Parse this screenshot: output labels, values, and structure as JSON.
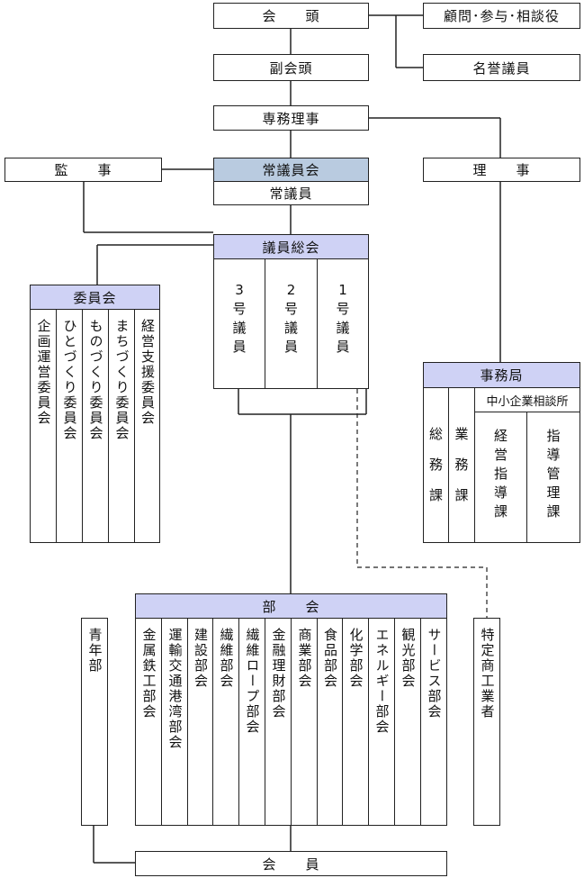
{
  "top": {
    "kaito": "会　　頭",
    "komon": "顧問･参与･相談役",
    "fuku_kaito": "副会頭",
    "meiyo": "名誉議員",
    "senmu": "専務理事",
    "kanji": "監　　事",
    "riji": "理　　事",
    "jogiinkai": "常議員会",
    "jogiin": "常議員"
  },
  "giin_sokai": {
    "title": "議員総会",
    "ranks": [
      "3号議員",
      "2号議員",
      "1号議員"
    ]
  },
  "iinkai": {
    "title": "委員会",
    "items": [
      "企画運営委員会",
      "ひとづくり委員会",
      "ものづくり委員会",
      "まちづくり委員会",
      "経営支援委員会"
    ]
  },
  "jimukyoku": {
    "title": "事務局",
    "chusho": "中小企業相談所",
    "soumu": "総務課",
    "gyomu": "業務課",
    "keiei": "経営指導課",
    "shido": "指導管理課"
  },
  "bukai": {
    "title": "部　　会",
    "items": [
      "金属鉄工部会",
      "運輸交通港湾部会",
      "建設部会",
      "繊維部会",
      "繊維ロープ部会",
      "金融理財部会",
      "商業部会",
      "食品部会",
      "化学部会",
      "エネルギー部会",
      "観光部会",
      "サービス部会"
    ]
  },
  "seinenbu": "青年部",
  "tokutei": "特定商工業者",
  "kaiin": "会　　員"
}
